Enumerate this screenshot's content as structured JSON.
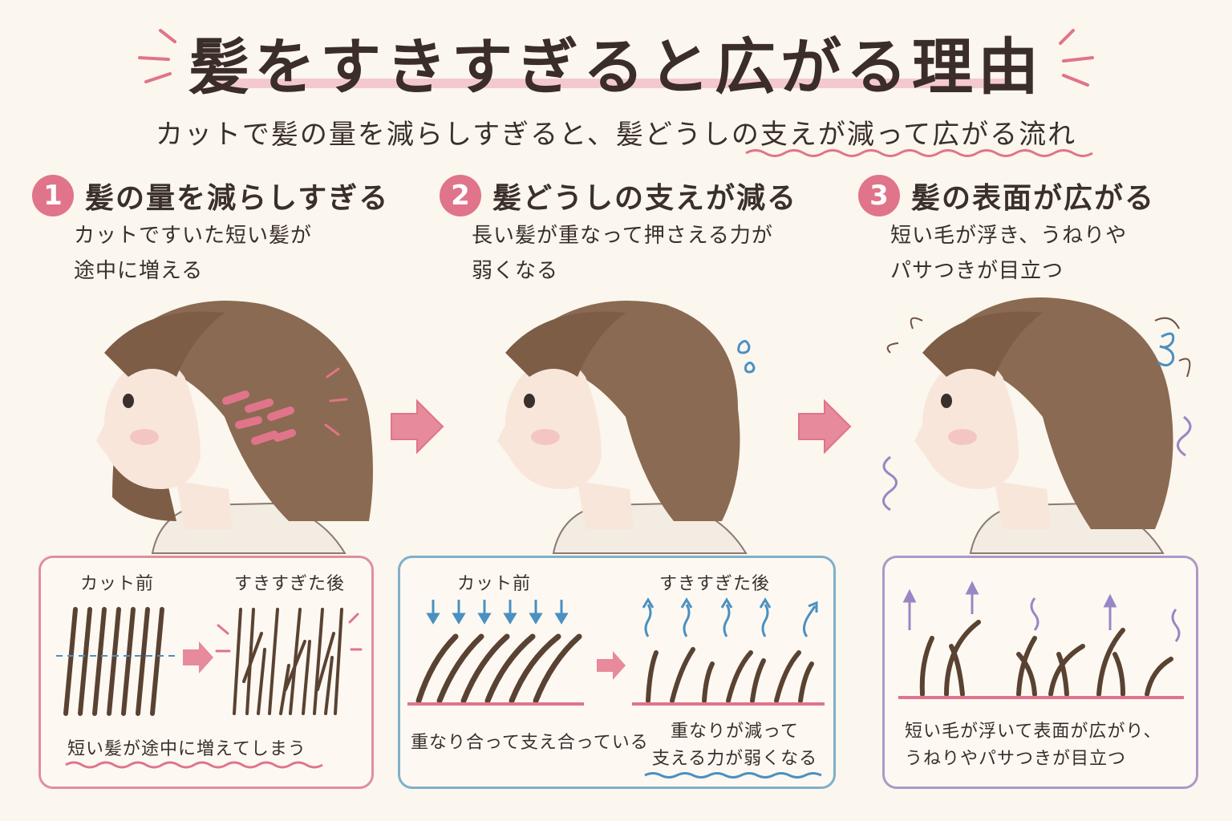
{
  "title": "髪をすきすぎると広がる理由",
  "subtitle": "カットで髪の量を減らしすぎると、髪どうしの支えが減って広がる流れ",
  "steps": [
    {
      "number": "1",
      "title": "髪の量を減らしすぎる",
      "description_lines": [
        "カットですいた短い髪が",
        "途中に増える"
      ],
      "panel": {
        "before_label": "カット前",
        "after_label": "すきすぎた後",
        "caption": "短い髪が途中に増えてしまう"
      }
    },
    {
      "number": "2",
      "title": "髪どうしの支えが減る",
      "description_lines": [
        "長い髪が重なって押さえる力が",
        "弱くなる"
      ],
      "panel": {
        "before_label": "カット前",
        "after_label": "すきすぎた後",
        "before_caption": "重なり合って支え合っている",
        "after_caption_lines": [
          "重なりが減って",
          "支える力が弱くなる"
        ]
      }
    },
    {
      "number": "3",
      "title": "髪の表面が広がる",
      "description_lines": [
        "短い毛が浮き、うねりや",
        "パサつきが目立つ"
      ],
      "panel": {
        "caption_lines": [
          "短い毛が浮いて表面が広がり、",
          "うねりやパサつきが目立つ"
        ]
      }
    }
  ],
  "colors": {
    "accent_pink": "#e0748a",
    "accent_blue": "#4a90c2",
    "accent_purple": "#9a86c4",
    "hair_brown": "#8a6a52",
    "skin": "#f8e6da"
  }
}
